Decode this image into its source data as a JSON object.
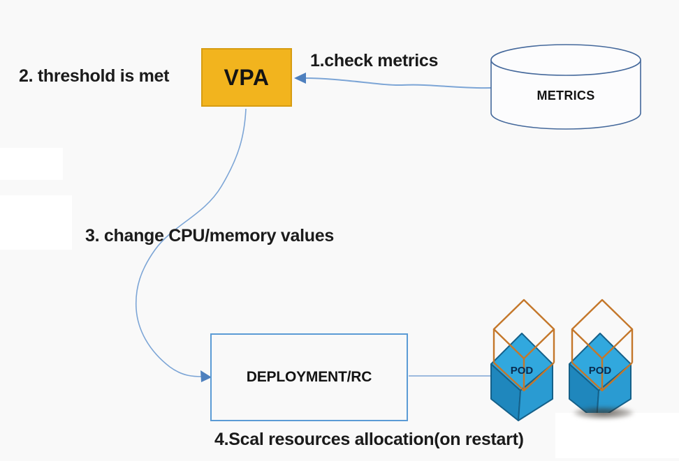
{
  "diagram": {
    "title_context": "VPA scaling workflow",
    "labels": {
      "step1": "1.check metrics",
      "step2": "2. threshold is met",
      "step3": "3. change CPU/memory values",
      "step4": "4.Scal resources allocation(on restart)"
    },
    "nodes": {
      "vpa": "VPA",
      "metrics": "METRICS",
      "deployment": "DEPLOYMENT/RC",
      "pod1": "POD",
      "pod2": "POD"
    },
    "colors": {
      "background": "#f9f9f9",
      "text": "#1b1b1b",
      "vpa_fill": "#f2b41e",
      "vpa_border": "#d79c12",
      "connector": "#7ca5d6",
      "arrowhead": "#4e80be",
      "cylinder_stroke": "#44689b",
      "deployment_border": "#5b9bd5",
      "pod_top": "#31a8de",
      "pod_left": "#1f87bd",
      "pod_right": "#2a9bd2",
      "pod_edge": "#156089",
      "pod_wireframe": "#c4772a",
      "pod_label": "#0b2b4e"
    }
  }
}
